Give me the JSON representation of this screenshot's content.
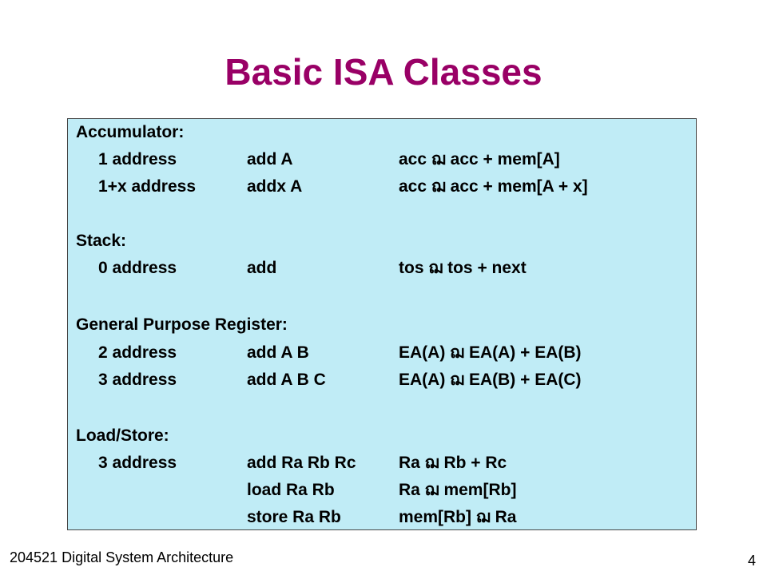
{
  "slide": {
    "title": "Basic ISA Classes",
    "footer": "204521 Digital System Architecture",
    "page_number": "4"
  },
  "sections": {
    "accumulator": {
      "heading": "Accumulator:",
      "rows": [
        {
          "addr": "1 address",
          "instr": "add A",
          "op": "acc ฌ  acc + mem[A]"
        },
        {
          "addr": "1+x address",
          "instr": "addx A",
          "op": "acc ฌ  acc + mem[A + x]"
        }
      ]
    },
    "stack": {
      "heading": "Stack:",
      "rows": [
        {
          "addr": "0 address",
          "instr": "add",
          "op": "tos ฌ  tos + next"
        }
      ]
    },
    "gpr": {
      "heading": "General Purpose Register:",
      "rows": [
        {
          "addr": "2 address",
          "instr": "add A B",
          "op": "EA(A) ฌ  EA(A) + EA(B)"
        },
        {
          "addr": "3 address",
          "instr": "add A B C",
          "op": "EA(A) ฌ  EA(B) + EA(C)"
        }
      ]
    },
    "loadstore": {
      "heading": "Load/Store:",
      "rows": [
        {
          "addr": "3 address",
          "instr": "add Ra Rb Rc",
          "op": "Ra ฌ  Rb + Rc"
        },
        {
          "addr": "",
          "instr": "load Ra Rb",
          "op": "Ra ฌ  mem[Rb]"
        },
        {
          "addr": "",
          "instr": "store Ra Rb",
          "op": "mem[Rb] ฌ  Ra"
        }
      ]
    }
  }
}
